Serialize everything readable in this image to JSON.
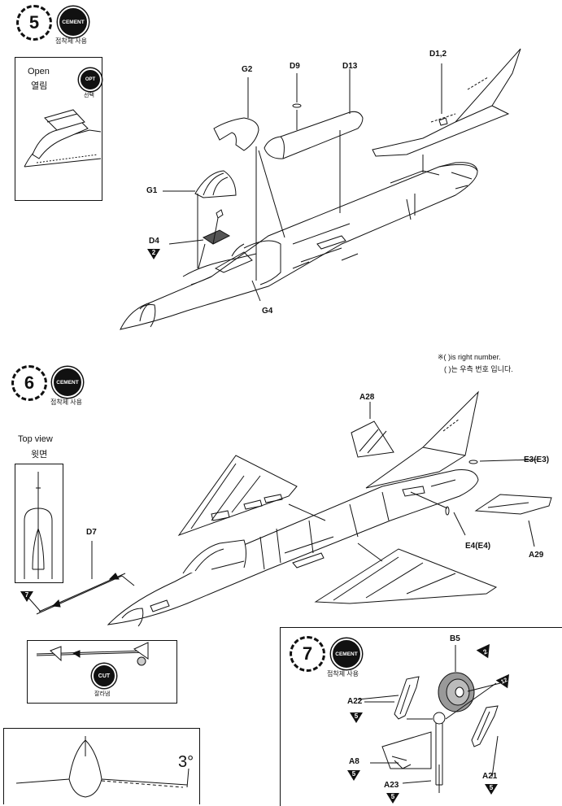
{
  "step5": {
    "number": "5",
    "badge": "CEMENT",
    "badge_sub": "접착제 사용",
    "inset": {
      "title_en": "Open",
      "title_ko": "열림",
      "badge": "OPT",
      "badge_sub": "선택"
    },
    "labels": {
      "g1": "G1",
      "g2": "G2",
      "g4": "G4",
      "d9": "D9",
      "d13": "D13",
      "d12": "D1,2",
      "d4": "D4"
    },
    "markers": {
      "d4": "2"
    }
  },
  "step6": {
    "number": "6",
    "badge": "CEMENT",
    "badge_sub": "접착제 사용",
    "note_line1": "※( )is right number.",
    "note_line2": "( )는 우측 번호 입니다.",
    "top_view_en": "Top view",
    "top_view_ko": "윗면",
    "labels": {
      "a28": "A28",
      "d7": "D7",
      "e3": "E3(E3)",
      "e4": "E4(E4)",
      "a29": "A29"
    },
    "markers": {
      "d7": "7"
    },
    "cut_badge": "CUT",
    "cut_sub": "잘라냄",
    "angle": "3°"
  },
  "step7": {
    "number": "7",
    "badge": "CEMENT",
    "badge_sub": "접착제 사용",
    "labels": {
      "b5": "B5",
      "a22": "A22",
      "a8": "A8",
      "a23": "A23",
      "a21": "A21"
    },
    "markers": {
      "b5_paint": "2",
      "hub_paint": "12",
      "a22": "5",
      "a8": "5",
      "a23": "5",
      "a21": "5"
    }
  }
}
